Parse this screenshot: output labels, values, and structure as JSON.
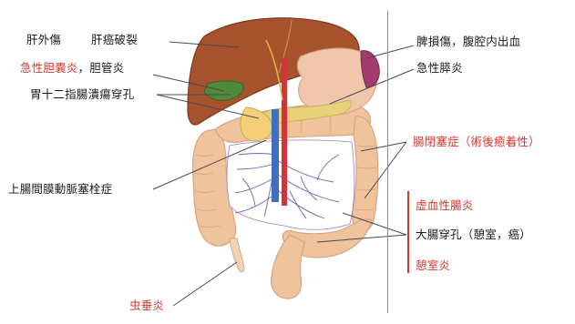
{
  "labels": {
    "liver_abscess": "肝外傷",
    "liver_rupture": "肝癌破裂",
    "acute_cholecystitis": "急性胆嚢炎",
    "cholangitis_sep": "，",
    "cholangitis": "胆管炎",
    "duodenal_ulcer_perforation": "胃十二指腸潰瘍穿孔",
    "sma_thrombosis": "上腸間膜動脈塞栓症",
    "appendicitis": "虫垂炎",
    "splenic_rupture": "脾損傷，腹腔内出血",
    "acute_pancreatitis": "急性膵炎",
    "ileus": "腸閉塞症（術後癒着性）",
    "ischemic_colitis": "虚血性腸炎",
    "colon_perforation": "大腸穿孔（憩室，癌）",
    "diverticulitis": "憩室炎"
  },
  "colors": {
    "accent_red": "#d2382f",
    "text_dark": "#1a1a1a",
    "liver": "#a6532d",
    "gallbladder": "#4f8a3a",
    "stomach": "#f0c7ac",
    "spleen": "#a33a6e",
    "pancreas": "#e7d27a",
    "intestine": "#efc39c",
    "artery": "#d1343a",
    "vein": "#3e6fc2"
  }
}
